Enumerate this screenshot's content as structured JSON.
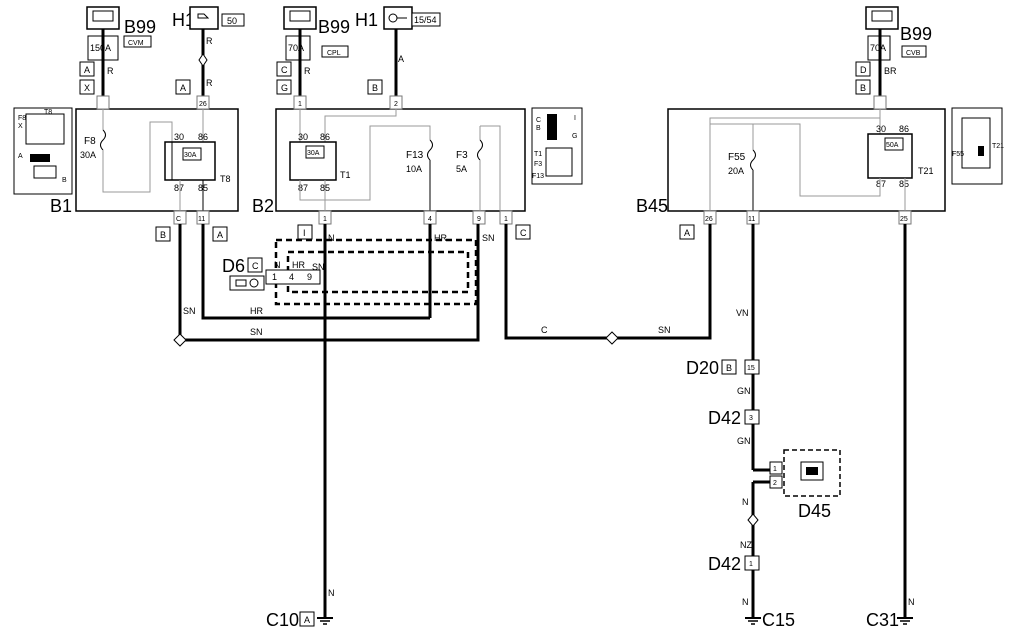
{
  "components": {
    "B99_left": {
      "label": "B99",
      "fuse": "150A",
      "code": "CVM"
    },
    "H1_left": {
      "label": "H1",
      "terminal": "50"
    },
    "B99_mid": {
      "label": "B99",
      "fuse": "70A",
      "code": "CPL"
    },
    "H1_mid": {
      "label": "H1",
      "terminal": "15/54"
    },
    "B99_right": {
      "label": "B99",
      "fuse": "70A",
      "code": "CVB"
    },
    "B1": {
      "label": "B1",
      "fuse_name": "F8",
      "fuse_rating": "30A",
      "relay": "T8",
      "relay_rating": "30A",
      "pins": [
        "30",
        "86",
        "87",
        "85"
      ],
      "pin_top_left": "26",
      "pin_bottom_c": "C",
      "pin_bottom_11": "11"
    },
    "B2": {
      "label": "B2",
      "relay": "T1",
      "relay_rating": "30A",
      "pins": [
        "30",
        "86",
        "87",
        "85"
      ],
      "pin_top_1": "1",
      "pin_top_2": "2",
      "fuse1_name": "F13",
      "fuse1_rating": "10A",
      "fuse2_name": "F3",
      "fuse2_rating": "5A",
      "pin_b1": "1",
      "pin_b4": "4",
      "pin_b9": "9",
      "pin_b1b": "1"
    },
    "B45": {
      "label": "B45",
      "fuse_name": "F55",
      "fuse_rating": "20A",
      "relay": "T21",
      "relay_rating": "50A",
      "pins": [
        "30",
        "86",
        "87",
        "85"
      ],
      "pin_b26": "26",
      "pin_b11": "11",
      "pin_b25": "25"
    },
    "D6": {
      "label": "D6",
      "conn": "C",
      "pins": [
        "1",
        "4",
        "9"
      ],
      "wires": [
        "N",
        "HR",
        "SN"
      ]
    },
    "D20": {
      "label": "D20",
      "conn": "B",
      "pin": "15"
    },
    "D42a": {
      "label": "D42",
      "pin": "3"
    },
    "D42b": {
      "label": "D42",
      "pin": "1"
    },
    "D45": {
      "label": "D45",
      "pins": [
        "1",
        "2"
      ]
    },
    "C10": {
      "label": "C10",
      "conn": "A"
    },
    "C15": {
      "label": "C15"
    },
    "C31": {
      "label": "C31"
    }
  },
  "connectors": {
    "c_A1": "A",
    "c_X": "X",
    "c_A2": "A",
    "c_C1": "C",
    "c_G": "G",
    "c_B1": "B",
    "c_D": "D",
    "c_B2": "B",
    "c_B3": "B",
    "c_A3": "A",
    "c_I": "I",
    "c_C2": "C",
    "c_A4": "A"
  },
  "wire_colors": {
    "R": "R",
    "A": "A",
    "BR": "BR",
    "SN": "SN",
    "HR": "HR",
    "N": "N",
    "C": "C",
    "VN": "VN",
    "GN": "GN",
    "NZ": "NZ"
  },
  "legend_b1": {
    "t8": "T8",
    "f8": "F8",
    "x": "X",
    "a": "A",
    "b": "B"
  },
  "legend_b2": {
    "c": "C",
    "b": "B",
    "g": "G",
    "i": "I",
    "t1": "T1",
    "f3": "F3",
    "f13": "F13"
  },
  "legend_b45": {
    "f55": "F55",
    "t21": "T21"
  }
}
